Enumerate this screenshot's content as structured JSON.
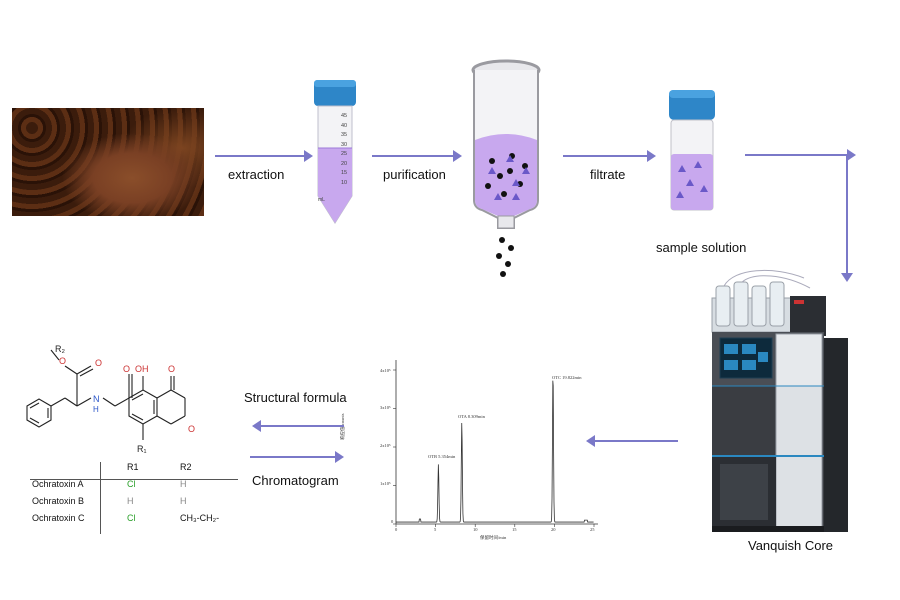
{
  "steps": {
    "extraction": "extraction",
    "purification": "purification",
    "filtrate": "filtrate",
    "sample_solution": "sample solution",
    "instrument": "Vanquish Core",
    "structural_formula": "Structural formula",
    "chromatogram": "Chromatogram"
  },
  "tube_marks": [
    "45",
    "40",
    "35",
    "30",
    "25",
    "20",
    "15",
    "10",
    "mL"
  ],
  "table": {
    "headers": [
      "R1",
      "R2"
    ],
    "rows": [
      {
        "name": "Ochratoxin A",
        "r1": "Cl",
        "r2": "H"
      },
      {
        "name": "Ochratoxin B",
        "r1": "H",
        "r2": "H"
      },
      {
        "name": "Ochratoxin C",
        "r1": "Cl",
        "r2": "CH₃-CH₂-"
      }
    ]
  },
  "structure_labels": {
    "r2": "R₂",
    "r1": "R₁",
    "oh": "OH",
    "o1": "O",
    "o2": "O",
    "o3": "O",
    "n": "N",
    "h": "H"
  },
  "chromatogram": {
    "peaks": [
      {
        "label": "OTB 5.354min",
        "time": 5.354,
        "height": 1.5
      },
      {
        "label": "OTA 8.309min",
        "time": 8.309,
        "height": 2.6
      },
      {
        "label": "OTC 19.822min",
        "time": 19.822,
        "height": 3.9
      }
    ],
    "y_ticks": [
      "4x10⁵",
      "3x10⁵",
      "2x10⁵",
      "1x10⁵",
      "0"
    ],
    "x_ticks": [
      "0",
      "5",
      "10",
      "15",
      "20",
      "25"
    ],
    "ylabel": "响应值/counts",
    "xlabel": "保留时间/min"
  },
  "colors": {
    "arrow": "#7a78c8",
    "liquid": "#c8a8ee",
    "cap": "#2e86c8",
    "green": "#2aa02a"
  }
}
